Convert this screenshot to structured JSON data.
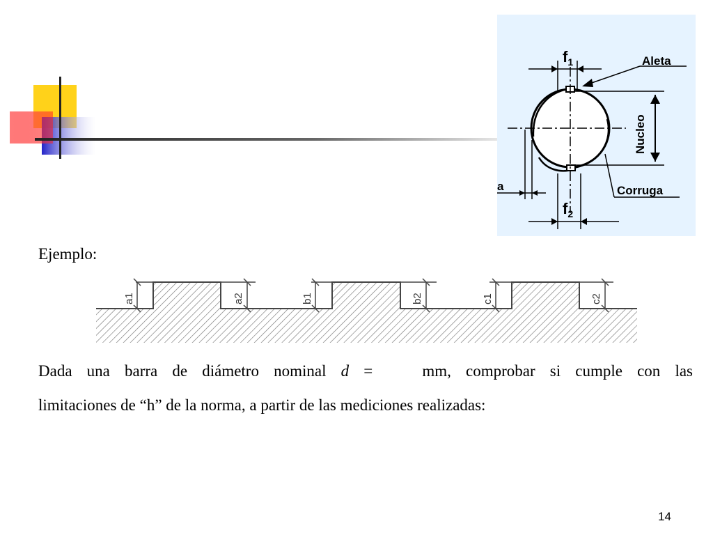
{
  "figure": {
    "labels": {
      "f1_main": "f",
      "f1_sub": "1",
      "f2_main": "f",
      "f2_sub": "2",
      "aleta": "Aleta",
      "nucleo": "Nucleo",
      "corruga": "Corruga",
      "a": "a"
    }
  },
  "content": {
    "heading": "Ejemplo:",
    "profile_labels": [
      "a1",
      "a2",
      "b1",
      "b2",
      "c1",
      "c2"
    ],
    "para_line1_before": "Dada una barra de diámetro nominal ",
    "para_var": "d",
    "para_line1_eq": " =",
    "para_line1_after": " mm, comprobar si cumple con las",
    "para_line2": "limitaciones de “h” de la norma, a partir de las mediciones realizadas:"
  },
  "page_number": "14",
  "colors": {
    "yellow": "#ffd700",
    "blue": "#2c2ccf",
    "red": "#ff3b3b",
    "figure_bg": "#e6f3ff"
  }
}
